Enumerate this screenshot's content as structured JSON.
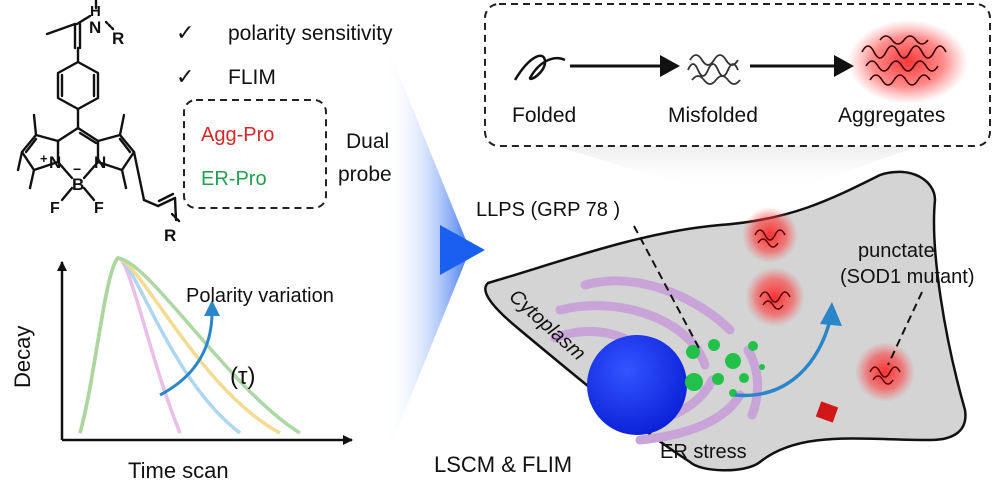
{
  "structure": {
    "amide_n": "N",
    "amide_h": "H",
    "r_top": "R",
    "r_bottom": "R",
    "n_left": "N",
    "n_right": "N",
    "boron": "B",
    "f_left": "F",
    "f_right": "F",
    "plus": "+",
    "minus": "−"
  },
  "features": {
    "check1": "✓",
    "item1": "polarity sensitivity",
    "check2": "✓",
    "item2": "FLIM"
  },
  "dual_probe": {
    "probe1": "Agg-Pro",
    "probe2": "ER-Pro",
    "label_line1": "Dual",
    "label_line2": "probe",
    "probe1_color": "#d62728",
    "probe2_color": "#22a050"
  },
  "decay_plot": {
    "ylabel": "Decay",
    "xlabel": "Time scan",
    "annotation": "Polarity variation",
    "tau": "(τ)",
    "curve_colors": [
      "#e6b8e6",
      "#a6d2f0",
      "#f2d98c",
      "#a9d6a0"
    ]
  },
  "aggregation": {
    "step1": "Folded",
    "step2": "Misfolded",
    "step3": "Aggregates"
  },
  "cell": {
    "llps": "LLPS (GRP 78 )",
    "punctate_line1": "punctate",
    "punctate_line2": "(SOD1 mutant)",
    "cytoplasm": "Cytoplasm",
    "er_stress": "ER stress",
    "method": "LSCM & FLIM",
    "nucleus_color": "#1530e8",
    "condensate_color": "#22c24a",
    "aggregate_color": "#e01818"
  }
}
